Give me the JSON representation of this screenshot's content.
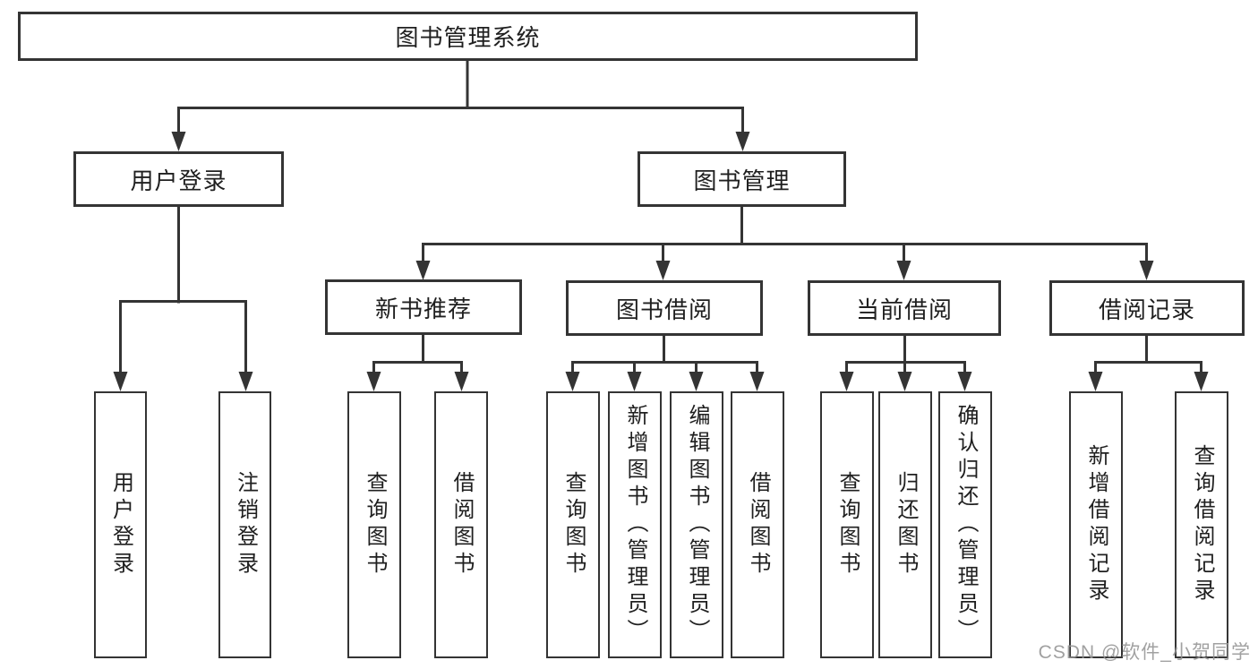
{
  "tree": {
    "root": {
      "label": "图书管理系统",
      "children": [
        {
          "label": "用户登录",
          "children": [
            {
              "label": "用户登录"
            },
            {
              "label": "注销登录"
            }
          ]
        },
        {
          "label": "图书管理",
          "children": [
            {
              "label": "新书推荐",
              "children": [
                {
                  "label": "查询图书"
                },
                {
                  "label": "借阅图书"
                }
              ]
            },
            {
              "label": "图书借阅",
              "children": [
                {
                  "label": "查询图书"
                },
                {
                  "label": "新增图书（管理员）"
                },
                {
                  "label": "编辑图书（管理员）"
                },
                {
                  "label": "借阅图书"
                }
              ]
            },
            {
              "label": "当前借阅",
              "children": [
                {
                  "label": "查询图书"
                },
                {
                  "label": "归还图书"
                },
                {
                  "label": "确认归还（管理员）"
                }
              ]
            },
            {
              "label": "借阅记录",
              "children": [
                {
                  "label": "新增借阅记录"
                },
                {
                  "label": "查询借阅记录"
                }
              ]
            }
          ]
        }
      ]
    }
  },
  "watermark": {
    "text": "CSDN @软件_小贺同学"
  },
  "colors": {
    "line": "#343434",
    "text": "#1f1f1f",
    "background": "#ffffff",
    "watermark": "#949494"
  }
}
